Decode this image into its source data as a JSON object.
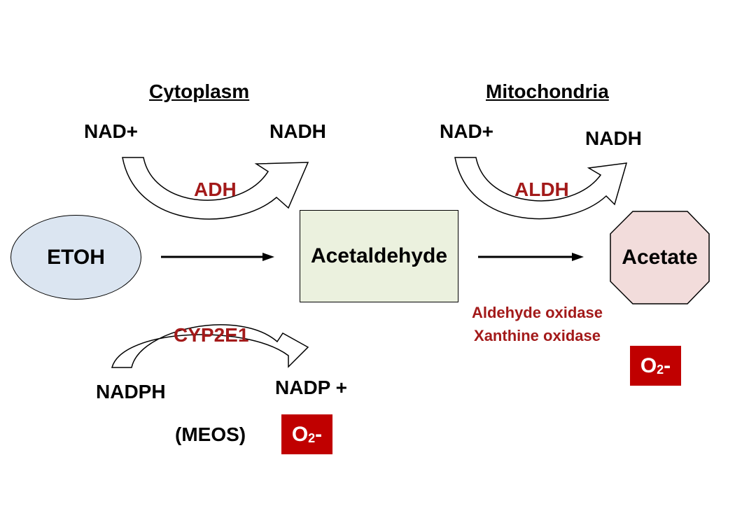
{
  "compartments": {
    "cytoplasm": "Cytoplasm",
    "mitochondria": "Mitochondria"
  },
  "nodes": {
    "etoh": "ETOH",
    "acetaldehyde": "Acetaldehyde",
    "acetate": "Acetate"
  },
  "cofactors": {
    "adh_in": "NAD+",
    "adh_out": "NADH",
    "aldh_in": "NAD+",
    "aldh_out": "NADH",
    "meos_in": "NADPH",
    "meos_out": "NADP +"
  },
  "enzymes": {
    "adh": "ADH",
    "aldh": "ALDH",
    "cyp2e1": "CYP2E1",
    "oxidases": [
      "Aldehyde oxidase",
      "Xanthine oxidase"
    ]
  },
  "meos_label": "(MEOS)",
  "ros": {
    "base": "O",
    "subscript": "2",
    "suffix": "-"
  },
  "colors": {
    "enzyme_text": "#a31a1a",
    "ros_box": "#c00000",
    "etoh_fill": "#dbe5f1",
    "acetaldehyde_fill": "#ebf1de",
    "acetate_fill": "#f2dcdb"
  }
}
